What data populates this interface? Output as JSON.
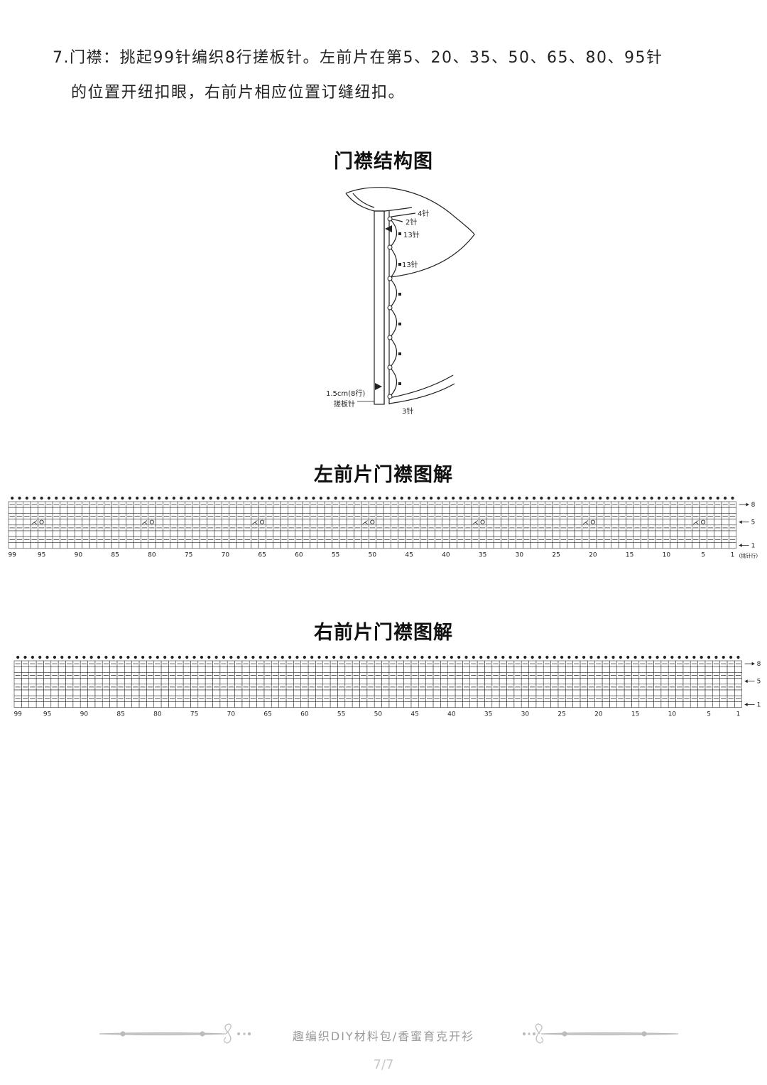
{
  "step": {
    "line1": "7.门襟：挑起99针编织8行搓板针。左前片在第5、20、35、50、65、80、95针",
    "line2": "的位置开纽扣眼，右前片相应位置订缝纽扣。"
  },
  "structure_diagram": {
    "title": "门襟结构图",
    "labels": {
      "four_st": "4针",
      "two_st": "2针",
      "thirteen_st_a": "13针",
      "thirteen_st_b": "13针",
      "band_width": "1.5cm(8行)",
      "band_stitch": "搓板针",
      "three_st": "3针"
    }
  },
  "left_chart": {
    "title": "左前片门襟图解",
    "stitch_count": 99,
    "row_count": 8,
    "buttonhole_row": 5,
    "buttonholes_at": [
      5,
      20,
      35,
      50,
      65,
      80,
      95
    ],
    "x_ticks": [
      "99",
      "95",
      "90",
      "85",
      "80",
      "75",
      "70",
      "65",
      "60",
      "55",
      "50",
      "45",
      "40",
      "35",
      "30",
      "25",
      "20",
      "15",
      "10",
      "5",
      "1"
    ],
    "row_labels": [
      "8",
      "5",
      "1"
    ],
    "pickup_note": "(挑针行)",
    "symbols": {
      "k2tog": "⋌",
      "yo": "o"
    }
  },
  "right_chart": {
    "title": "右前片门襟图解",
    "stitch_count": 99,
    "row_count": 8,
    "x_ticks": [
      "99",
      "95",
      "90",
      "85",
      "80",
      "75",
      "70",
      "65",
      "60",
      "55",
      "50",
      "45",
      "40",
      "35",
      "30",
      "25",
      "20",
      "15",
      "10",
      "5",
      "1"
    ],
    "row_labels": [
      "8",
      "5",
      "1"
    ]
  },
  "footer": {
    "brand": "趣编织DIY材料包/香蜜育克开衫",
    "page": "7/7"
  }
}
